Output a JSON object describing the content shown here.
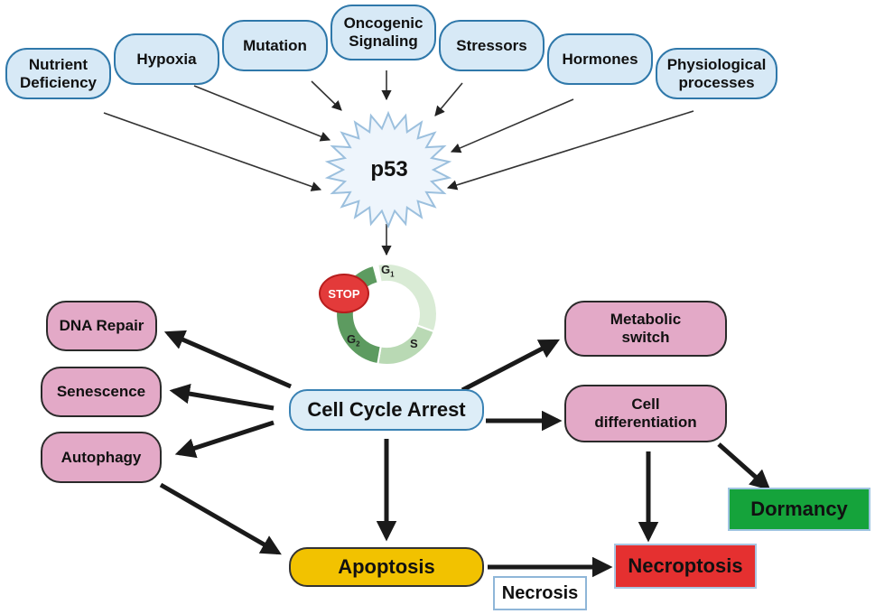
{
  "inputs": {
    "nutrient": "Nutrient\nDeficiency",
    "hypoxia": "Hypoxia",
    "mutation": "Mutation",
    "oncogenic": "Oncogenic\nSignaling",
    "stressors": "Stressors",
    "hormones": "Hormones",
    "physiological": "Physiological\nprocesses"
  },
  "p53": "p53",
  "cell_cycle": {
    "stop": "STOP",
    "g1": "G",
    "g1_sub": "1",
    "g2": "G",
    "g2_sub": "2",
    "s": "S"
  },
  "center": "Cell Cycle Arrest",
  "outcomes": {
    "dna_repair": "DNA Repair",
    "senescence": "Senescence",
    "autophagy": "Autophagy",
    "metabolic": "Metabolic\nswitch",
    "differentiation": "Cell\ndifferentiation",
    "apoptosis": "Apoptosis",
    "necroptosis": "Necroptosis",
    "dormancy": "Dormancy",
    "necrosis": "Necrosis"
  },
  "colors": {
    "input_fill": "#d7e9f6",
    "input_border": "#2f78aa",
    "outcome_fill": "#e3a9c7",
    "apoptosis": "#f2c200",
    "dormancy": "#15a33b",
    "necroptosis": "#e53030",
    "stop": "#e33a3a",
    "cycle_light": "#d6ecd6",
    "cycle_dark": "#5a9a5e"
  }
}
